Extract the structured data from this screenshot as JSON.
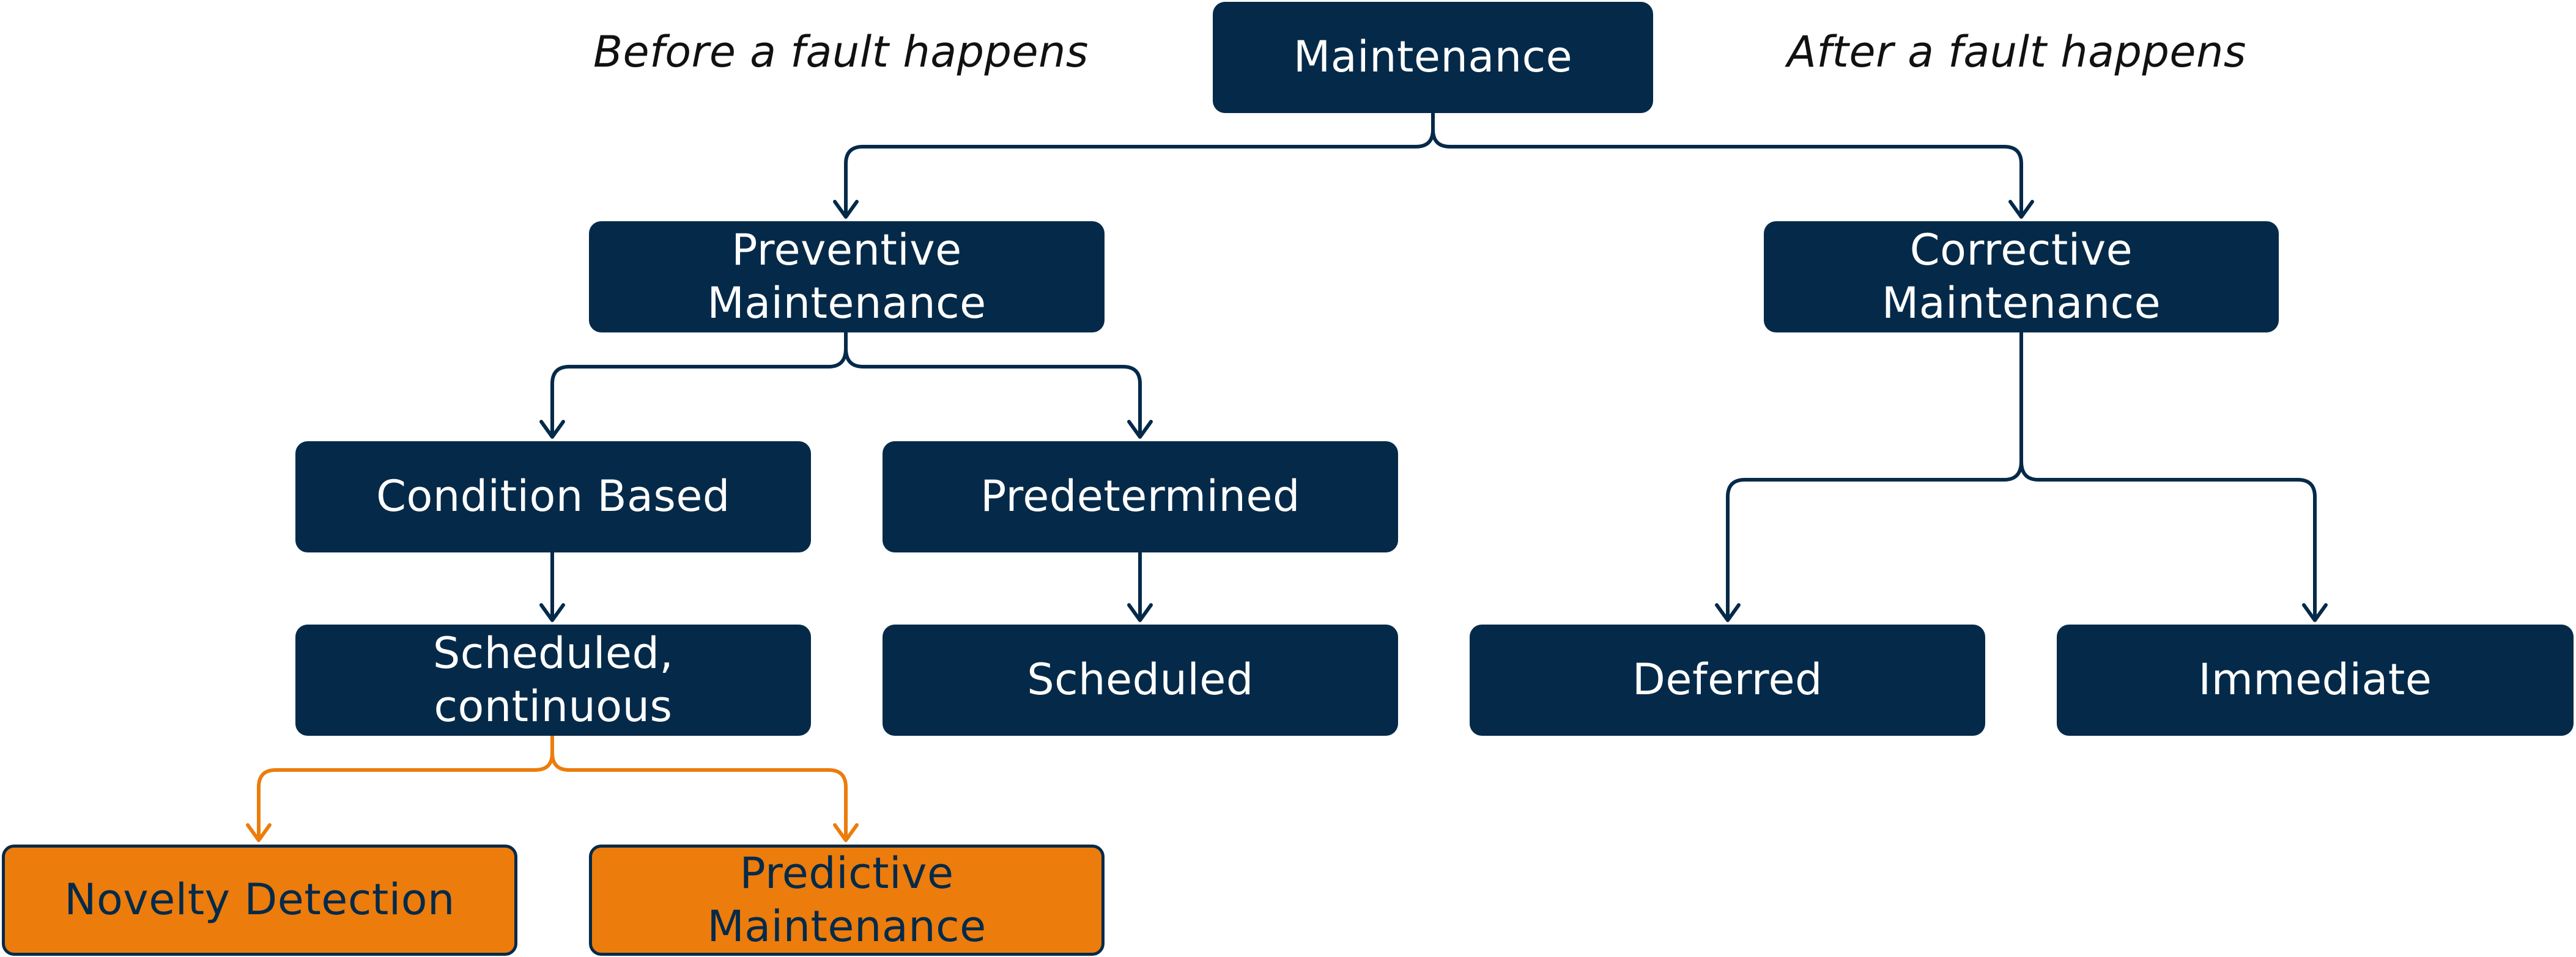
{
  "diagram": {
    "phases": {
      "before": "Before a fault happens",
      "after": "After a fault happens"
    },
    "nodes": {
      "maintenance": "Maintenance",
      "preventive": "Preventive\nMaintenance",
      "corrective": "Corrective\nMaintenance",
      "condition_based": "Condition Based",
      "predetermined": "Predetermined",
      "scheduled_continuous": "Scheduled,\ncontinuous",
      "scheduled": "Scheduled",
      "deferred": "Deferred",
      "immediate": "Immediate",
      "novelty_detection": "Novelty Detection",
      "predictive_maintenance": "Predictive\nMaintenance"
    },
    "colors": {
      "node_dark": "#052a49",
      "node_highlight": "#ec7c0c",
      "connector_dark": "#052a49",
      "connector_highlight": "#ec7c0c"
    }
  }
}
